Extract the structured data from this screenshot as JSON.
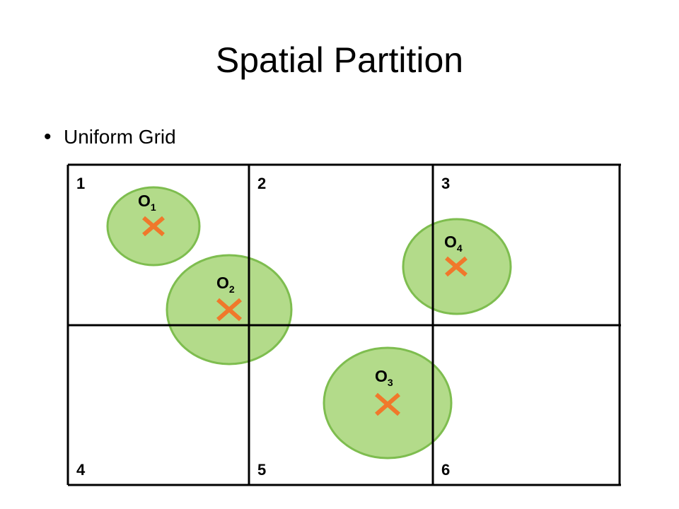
{
  "slide": {
    "title": "Spatial Partition",
    "bullets": [
      "Uniform Grid"
    ]
  },
  "diagram": {
    "colors": {
      "circle_fill": "#b3db8a",
      "circle_stroke": "#7ebd4f",
      "marker": "#f0782b",
      "grid": "#000000"
    },
    "cells": [
      "1",
      "2",
      "3",
      "4",
      "5",
      "6"
    ],
    "objects": [
      {
        "label": "O",
        "sub": "1"
      },
      {
        "label": "O",
        "sub": "2"
      },
      {
        "label": "O",
        "sub": "3"
      },
      {
        "label": "O",
        "sub": "4"
      }
    ]
  }
}
